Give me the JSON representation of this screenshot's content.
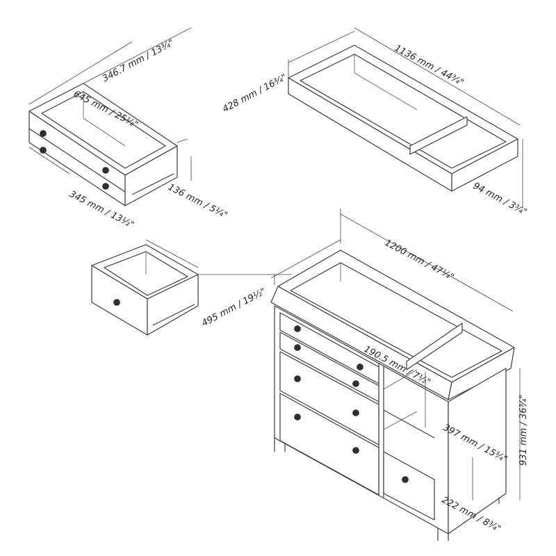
{
  "diagram": {
    "type": "furniture-dimension-diagram",
    "components": [
      {
        "name": "drawer-small",
        "labels": [
          "346.7 mm / 13¾\"",
          "645 mm / 25½\"",
          "136 mm / 5¼\"",
          "345 mm / 13½\""
        ]
      },
      {
        "name": "drawer-large",
        "labels": [
          "495 mm / 19½\""
        ]
      },
      {
        "name": "changing-tray",
        "labels": [
          "428 mm / 16¾\"",
          "1136 mm / 44¾\"",
          "94 mm / 3¾\""
        ]
      },
      {
        "name": "dresser",
        "labels": [
          "1200 mm / 47¼\"",
          "190.5 mm / 7½\"",
          "397 mm / 15¾\"",
          "931 mm / 36¾\"",
          "222 mm / 8¾\""
        ]
      }
    ]
  },
  "labels": {
    "small_drawer_depth": "346.7 mm / 13¾\"",
    "small_drawer_width": "645 mm / 25½\"",
    "small_drawer_height": "136 mm / 5¼\"",
    "large_drawer_width": "345 mm / 13½\"",
    "large_drawer_depth": "495 mm / 19½\"",
    "tray_depth": "428 mm / 16¾\"",
    "tray_width": "1136 mm / 44¾\"",
    "tray_height": "94 mm / 3¾\"",
    "dresser_width": "1200 mm / 47¼\"",
    "tray_rail_height": "190.5 mm / 7½\"",
    "open_shelf_height": "397 mm / 15¾\"",
    "dresser_height": "931 mm / 36¾\"",
    "bottom_drawer_height": "222 mm / 8¾\""
  },
  "colors": {
    "line": "#3a3a3a",
    "background": "#ffffff",
    "knob": "#2f2f2f"
  }
}
